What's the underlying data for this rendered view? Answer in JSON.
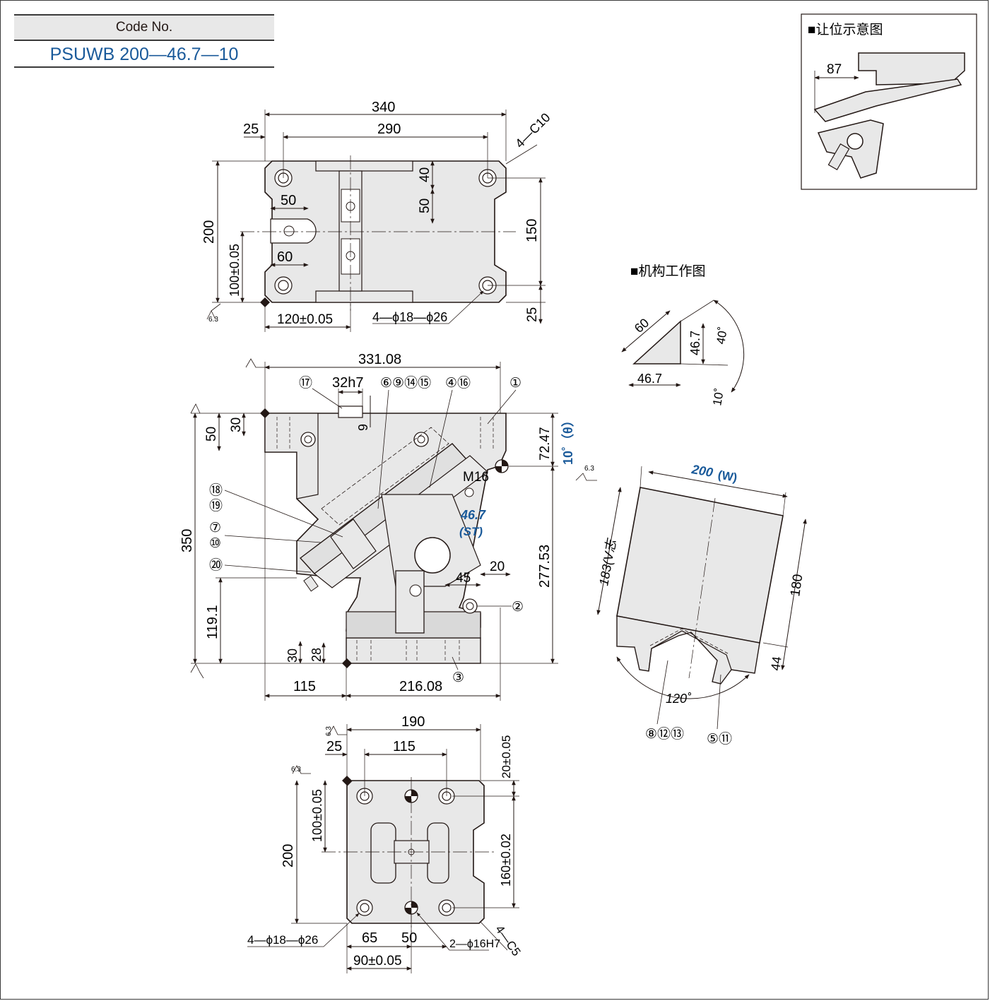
{
  "code_box": {
    "header": "Code No.",
    "value": "PSUWB 200—46.7—10"
  },
  "inset_relief": {
    "title": "■让位示意图",
    "dim_87": "87"
  },
  "inset_mechanism": {
    "title": "■机构工作图",
    "dim_60": "60",
    "dim_46_7_v": "46.7",
    "dim_46_7_h": "46.7",
    "angle_40": "40˚",
    "angle_10": "10˚"
  },
  "top_view": {
    "dim_340": "340",
    "dim_290": "290",
    "dim_25_left": "25",
    "chamfer": "4—C10",
    "dim_40": "40",
    "dim_50_v": "50",
    "dim_50_h": "50",
    "dim_60": "60",
    "dim_200": "200",
    "dim_100": "100±0.05",
    "dim_150": "150",
    "dim_25_bottom": "25",
    "dim_120": "120±0.05",
    "holes": "4—ϕ18—ϕ26",
    "roughness": "6.3"
  },
  "front_view": {
    "dim_331": "331.08",
    "dim_32h7": "32h7",
    "dim_9": "9",
    "dim_50": "50",
    "dim_30_top": "30",
    "dim_350": "350",
    "dim_119": "119.1",
    "dim_30_bottom": "30",
    "dim_28": "28",
    "dim_115": "115",
    "dim_216": "216.08",
    "dim_72": "72.47",
    "dim_277": "277.53",
    "angle": "10˚（θ）",
    "stroke": "46.7",
    "stroke_label": "(ST)",
    "thread": "M16",
    "dim_45": "45",
    "dim_20": "20",
    "roughness": "6.3",
    "callouts": {
      "c17": "⑰",
      "c6_9_14_15": "⑥⑨⑭⑮",
      "c4_16": "④⑯",
      "c1": "①",
      "c18_19": "⑱\n⑲",
      "c18": "⑱",
      "c19": "⑲",
      "c7": "⑦",
      "c10": "⑩",
      "c20": "⑳",
      "c2": "②",
      "c3": "③"
    }
  },
  "vblock_view": {
    "width": "200",
    "width_tag": "(W)",
    "height_v": "183(V志",
    "dim_180": "180",
    "dim_44": "44",
    "angle": "120˚",
    "c8_12_13": "⑧⑫⑬",
    "c5_11": "⑤⑪"
  },
  "bottom_view": {
    "dim_190": "190",
    "dim_115": "115",
    "dim_25": "25",
    "dim_20": "20±0.05",
    "dim_200": "200",
    "dim_100": "100±0.05",
    "dim_160": "160±0.02",
    "dim_65": "65",
    "dim_50": "50",
    "dim_90": "90±0.05",
    "holes": "4—ϕ18—ϕ26",
    "pins": "2—ϕ16H7",
    "chamfer": "4—C5",
    "roughness": "6.3"
  },
  "colors": {
    "ink": "#231815",
    "body_fill": "#e8e8e8",
    "accent_blue": "#1a5a9a"
  }
}
